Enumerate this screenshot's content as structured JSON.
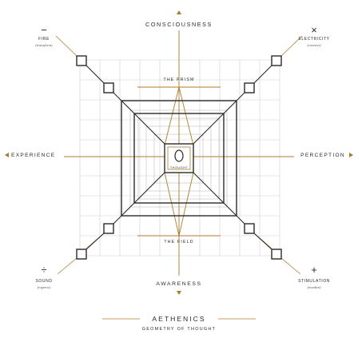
{
  "title": "AETHENICS",
  "subtitle": "GEOMETRY OF THOUGHT",
  "axes": {
    "top": "CONSCIOUSNESS",
    "bottom": "AWARENESS",
    "left": "EXPERIENCE",
    "right": "PERCEPTION"
  },
  "inner_labels": {
    "upper": "THE PRISM",
    "lower": "THE FIELD",
    "center_symbol": "0",
    "center_word": "THOUGHT"
  },
  "corners": {
    "top_left": {
      "symbol": "−",
      "name": "FIRE",
      "verb": "(transform)"
    },
    "top_right": {
      "symbol": "×",
      "name": "ELECTRICITY",
      "verb": "(connect)"
    },
    "bottom_left": {
      "symbol": "÷",
      "name": "SOUND",
      "verb": "(express)"
    },
    "bottom_right": {
      "symbol": "+",
      "name": "STIMULATION",
      "verb": "(awaken)"
    }
  },
  "colors": {
    "gold": "#b07a2c",
    "ink": "#2b2b2b",
    "grid": "#c9c9c9",
    "background": "#ffffff"
  }
}
